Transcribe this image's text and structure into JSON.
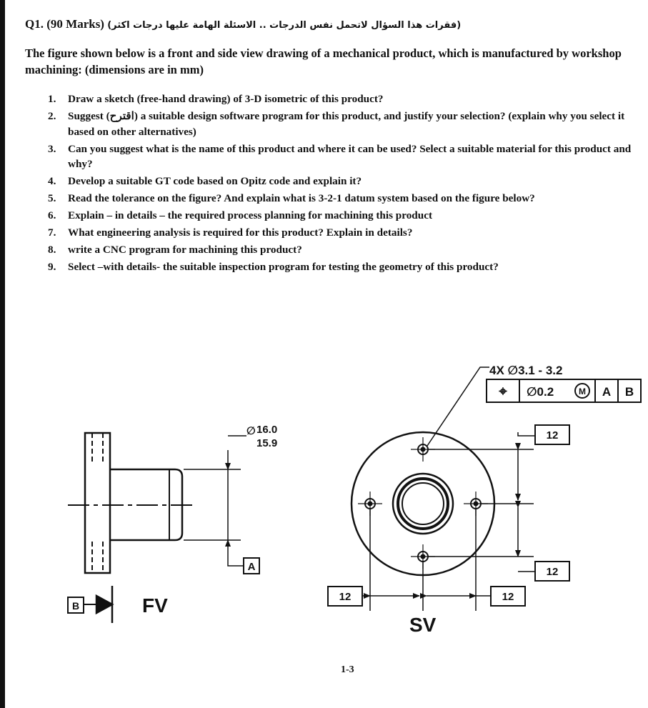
{
  "question": {
    "label": "Q1.",
    "marks": "(90 Marks)",
    "note_arabic": "(فقرات هذا السؤال لاتحمل نفس الدرجات .. الاسئلة الهامة عليها درجات اكثر)"
  },
  "intro": "The figure shown below is a front and side view drawing of  a mechanical product, which is manufactured by workshop machining: (dimensions are in mm)",
  "items": [
    {
      "num": "1.",
      "text": "Draw a sketch (free-hand drawing)  of  3-D isometric of this product?"
    },
    {
      "num": "2.",
      "text": "Suggest (اقترح) a suitable design software program for this product, and justify your selection? (explain why you select it based on other alternatives)"
    },
    {
      "num": "3.",
      "text": "Can you suggest what is the name of this product and where it can be used? Select a suitable material for this product and why?"
    },
    {
      "num": "4.",
      "text": "Develop a suitable  GT code based on Opitz code and explain it?"
    },
    {
      "num": "5.",
      "text": "Read the tolerance on the figure? And explain what is 3-2-1 datum system based on the figure below?"
    },
    {
      "num": "6.",
      "text": "Explain – in details – the required process planning for machining this product"
    },
    {
      "num": "7.",
      "text": "What  engineering analysis is required for this product? Explain in details?"
    },
    {
      "num": "8.",
      "text": "write a CNC program for machining this product?"
    },
    {
      "num": "9.",
      "text": "Select –with details- the suitable inspection program for testing the geometry of this product?"
    }
  ],
  "drawing": {
    "hole_callout": "4X ∅3.1 - 3.2",
    "fcf": {
      "symbol": "⌖",
      "tolerance": "∅0.2",
      "modifier": "M",
      "datum_1": "A",
      "datum_2": "B"
    },
    "dia_upper": "16.0",
    "dia_lower": "15.9",
    "dia_symbol": "∅",
    "datum_a": "A",
    "datum_b": "B",
    "fv_label": "FV",
    "sv_label": "SV",
    "basic_dims": [
      "12",
      "12",
      "12",
      "12"
    ]
  },
  "page_number": "1-3"
}
